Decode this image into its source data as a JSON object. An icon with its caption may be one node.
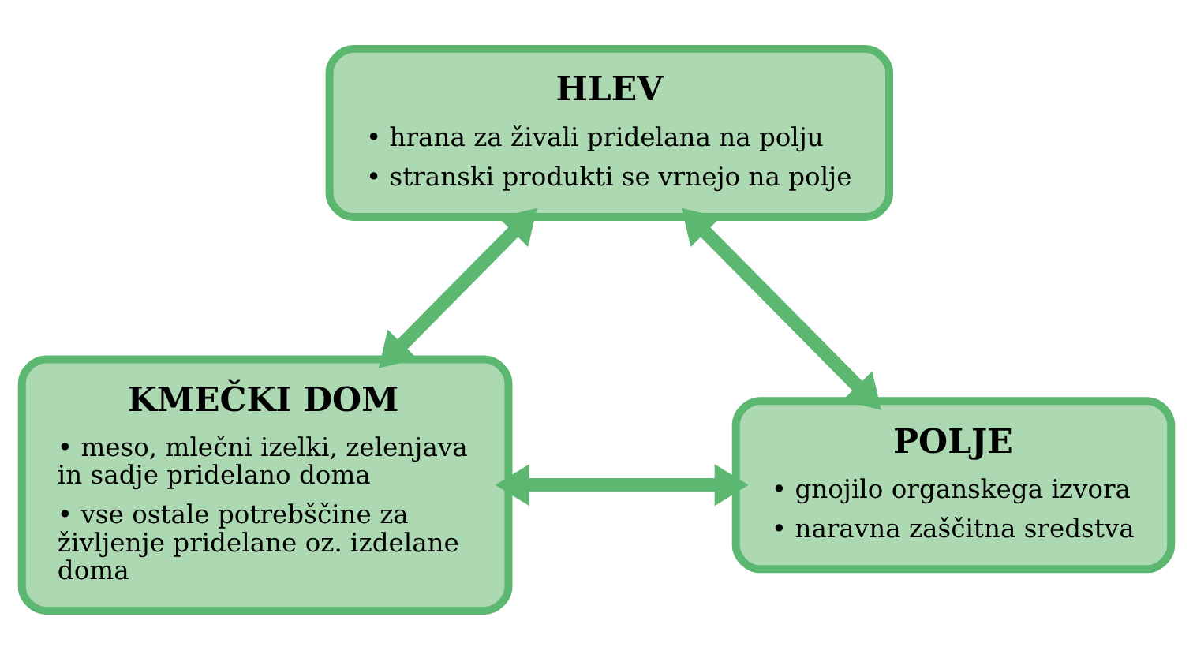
{
  "diagram": {
    "nodes": [
      {
        "text": [
          "HLEV",
          "• hrana za živali pridelana na polju",
          "• stranski produkti se vrnejo na polje"
        ]
      },
      {
        "text": [
          "KMEČKI DOM",
          "• meso, mlečni izelki, zelenjava in sadje pridelano doma",
          "• vse ostale potrebščine za življenje pridelane oz. izdelane doma"
        ]
      },
      {
        "text": [
          "POLJE",
          "• gnojilo organskega izvora",
          "• naravna zaščitna sredstva"
        ]
      }
    ],
    "edges": [
      {
        "from": 0,
        "to": 1,
        "arrow": "both"
      },
      {
        "from": 0,
        "to": 2,
        "arrow": "both"
      },
      {
        "from": 1,
        "to": 2,
        "arrow": "both"
      }
    ]
  }
}
